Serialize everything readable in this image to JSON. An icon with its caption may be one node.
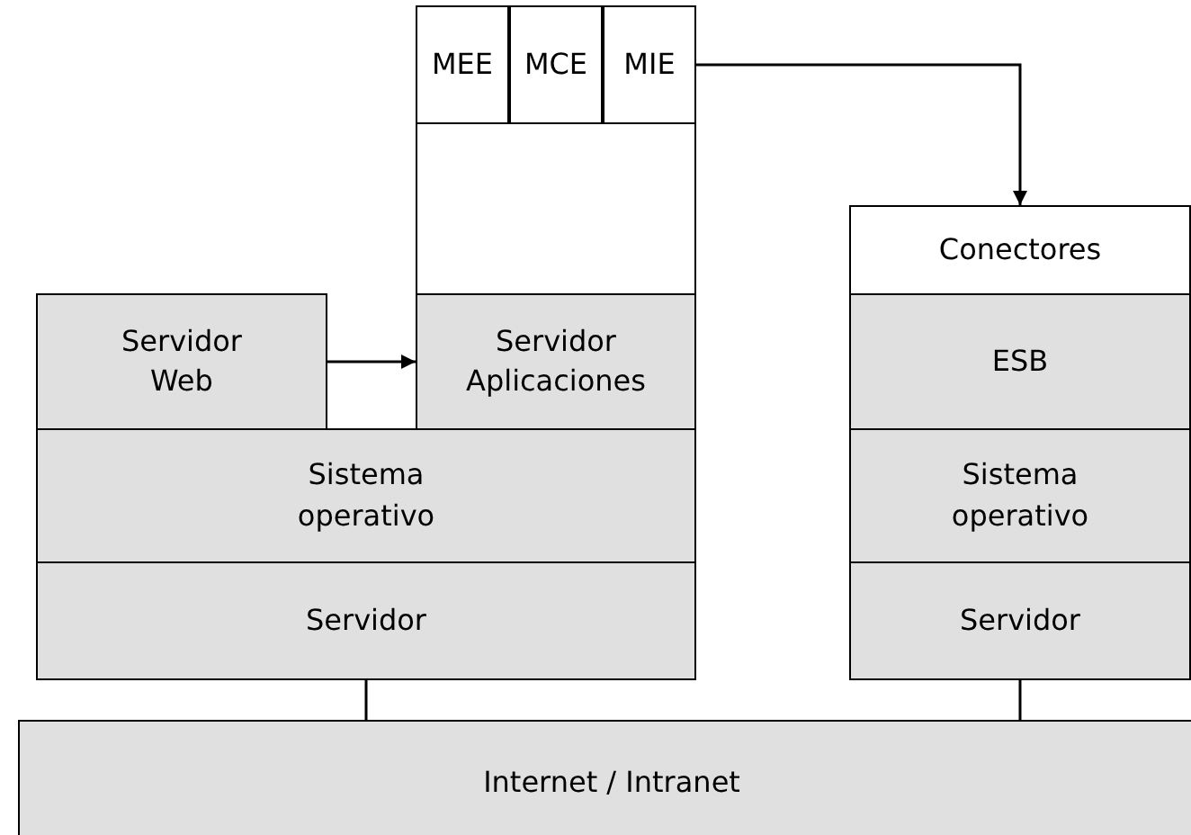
{
  "diagram": {
    "nodes": [
      {
        "text": [
          "MEE"
        ]
      },
      {
        "text": [
          "MCE"
        ]
      },
      {
        "text": [
          "MIE"
        ]
      },
      {
        "text": [],
        "shape": "box"
      },
      {
        "text": [
          "Conectores"
        ]
      },
      {
        "text": [
          "Servidor Web"
        ]
      },
      {
        "text": [
          "Servidor Aplicaciones"
        ]
      },
      {
        "text": [
          "ESB"
        ]
      },
      {
        "text": [
          "Sistema operativo"
        ]
      },
      {
        "text": [
          "Sistema operativo"
        ]
      },
      {
        "text": [
          "Servidor"
        ]
      },
      {
        "text": [
          "Servidor"
        ]
      },
      {
        "text": [
          "Internet / Intranet"
        ]
      }
    ],
    "edges": [
      {
        "from": 5,
        "to": 6,
        "arrow": "to"
      },
      {
        "from": 2,
        "to": 4,
        "arrow": "to"
      },
      {
        "from": 10,
        "to": 12,
        "arrow": "none"
      },
      {
        "from": 11,
        "to": 12,
        "arrow": "none"
      }
    ]
  }
}
